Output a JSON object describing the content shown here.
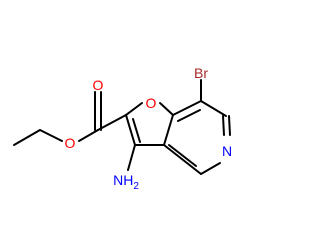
{
  "molecule": {
    "atoms": {
      "br": "Br",
      "o_ring": "O",
      "o_carbonyl": "O",
      "o_ester": "O",
      "n_ring": "N",
      "nh2_main": "NH",
      "nh2_sub": "2"
    },
    "colors": {
      "bond": "#000000",
      "oxygen": "#ff0000",
      "nitrogen": "#0000ff",
      "bromine": "#a52a2a"
    }
  }
}
